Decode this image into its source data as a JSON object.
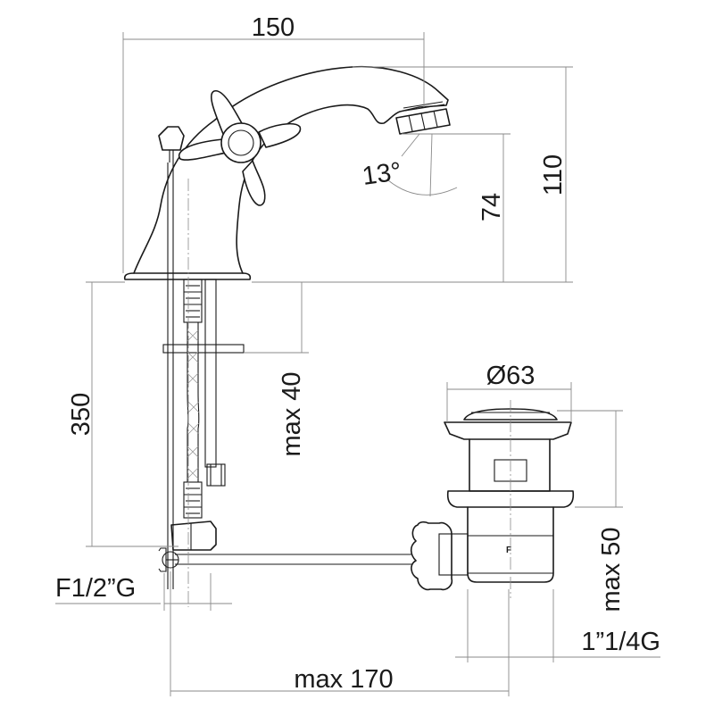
{
  "dimensions": {
    "spout_reach": "150",
    "overall_height": "110",
    "spout_height": "74",
    "spout_angle": "13°",
    "flexible_length": "350",
    "max_thickness": "max 40",
    "waste_diameter": "Ø63",
    "waste_max_height": "max 50",
    "connection_thread": "F1/2”G",
    "waste_thread": "1”1/4G",
    "rod_length": "max 170",
    "waste_marking": "F"
  },
  "colors": {
    "line": "#1a1a1a",
    "dimension_line": "#8a8a8a"
  }
}
